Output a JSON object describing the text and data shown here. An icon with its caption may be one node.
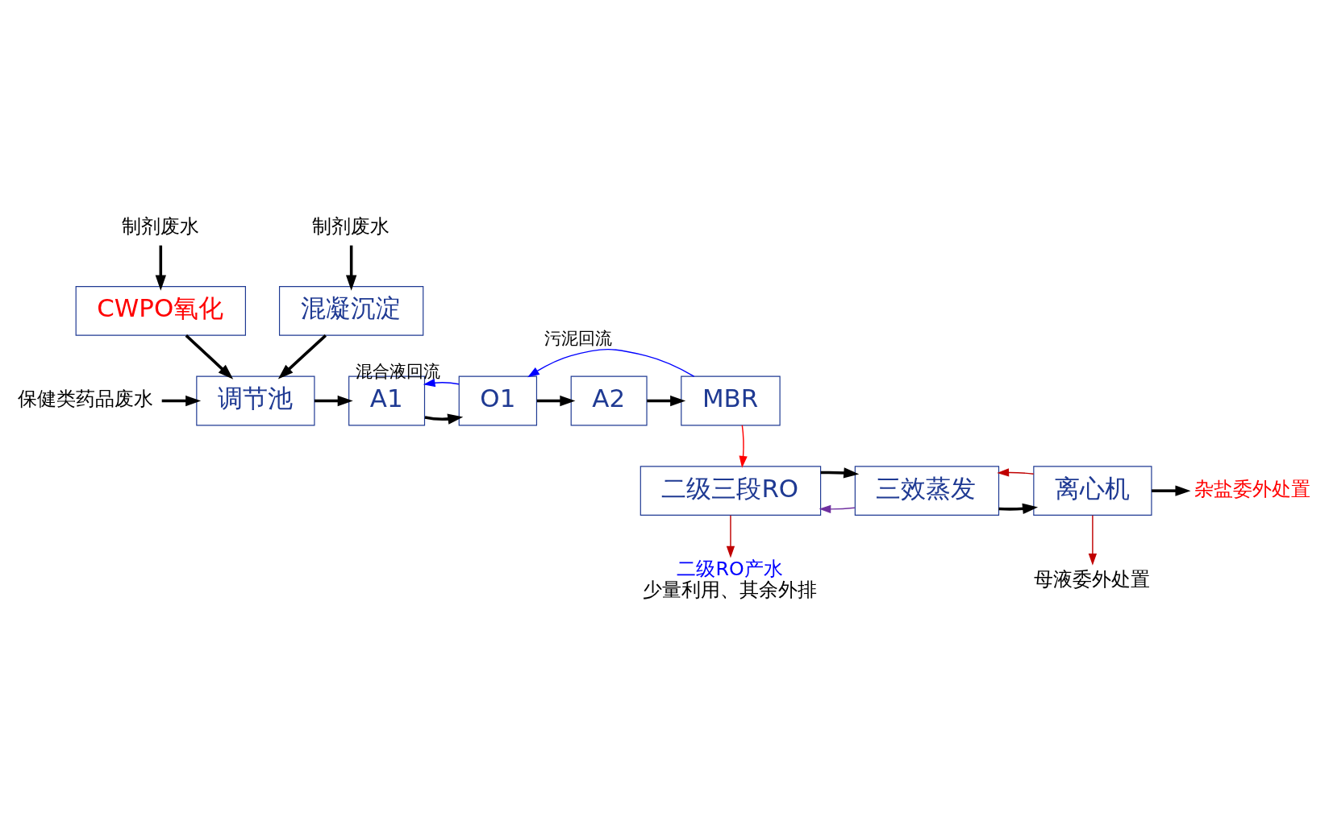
{
  "diagram": {
    "nodes": [
      {
        "text": [
          "制剂废水"
        ]
      },
      {
        "text": [
          "CWPO氧化"
        ]
      },
      {
        "text": [
          "制剂废水"
        ]
      },
      {
        "text": [
          "混凝沉淀"
        ]
      },
      {
        "text": [
          "保健类药品废水"
        ]
      },
      {
        "text": [
          "调节池"
        ]
      },
      {
        "text": [
          "A1"
        ]
      },
      {
        "text": [
          "O1"
        ]
      },
      {
        "text": [
          "A2"
        ]
      },
      {
        "text": [
          "MBR"
        ]
      },
      {
        "text": [
          "二级三段RO"
        ]
      },
      {
        "text": [
          "三效蒸发"
        ]
      },
      {
        "text": [
          "离心机"
        ]
      },
      {
        "text": [
          "杂盐委外处置"
        ]
      },
      {
        "text": [
          "二级RO产水",
          "少量利用、其余外排"
        ]
      },
      {
        "text": [
          "母液委外处置"
        ]
      }
    ],
    "edges": [
      {
        "from": 0,
        "to": 1,
        "arrow": "to"
      },
      {
        "from": 2,
        "to": 3,
        "arrow": "to"
      },
      {
        "from": 1,
        "to": 5,
        "arrow": "to"
      },
      {
        "from": 3,
        "to": 5,
        "arrow": "to"
      },
      {
        "from": 4,
        "to": 5,
        "arrow": "to"
      },
      {
        "from": 5,
        "to": 6,
        "arrow": "to"
      },
      {
        "from": 6,
        "to": 7,
        "arrow": "to"
      },
      {
        "from": 7,
        "to": 8,
        "arrow": "to"
      },
      {
        "from": 8,
        "to": 9,
        "arrow": "to"
      },
      {
        "from": 9,
        "to": 7,
        "arrow": "to",
        "label": "污泥回流",
        "color": "#0000ff"
      },
      {
        "from": 7,
        "to": 6,
        "arrow": "to",
        "label": "混合液回流",
        "color": "#0000ff"
      },
      {
        "from": 9,
        "to": 10,
        "arrow": "to",
        "color": "#ff0000"
      },
      {
        "from": 11,
        "to": 10,
        "arrow": "to",
        "color": "#7030a0"
      },
      {
        "from": 10,
        "to": 11,
        "arrow": "to"
      },
      {
        "from": 11,
        "to": 12,
        "arrow": "to"
      },
      {
        "from": 12,
        "to": 13,
        "arrow": "to"
      },
      {
        "from": 10,
        "to": 14,
        "arrow": "to",
        "color": "#c00000"
      },
      {
        "from": 12,
        "to": 11,
        "arrow": "to",
        "color": "#c00000"
      },
      {
        "from": 12,
        "to": 15,
        "arrow": "to",
        "color": "#c00000"
      }
    ]
  }
}
